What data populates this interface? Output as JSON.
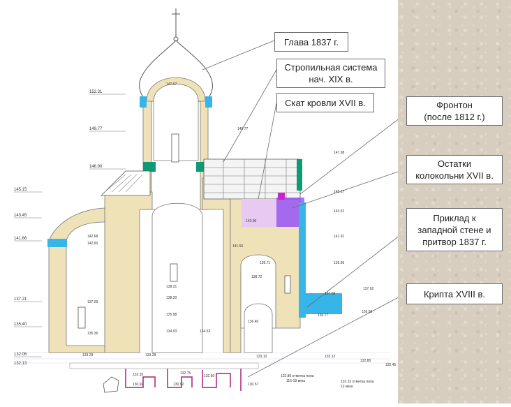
{
  "callouts": {
    "glava": "Глава 1837 г.",
    "stropil_1": "Стропильная система",
    "stropil_2": "нач. XIX в.",
    "skat": "Скат кровли XVII в.",
    "fronton_1": "Фронтон",
    "fronton_2": "(после 1812 г.)",
    "ostatki_1": "Остатки",
    "ostatki_2": "колокольни XVII в.",
    "priklad_1": "Приклад к",
    "priklad_2": "западной стене и",
    "priklad_3": "притвор 1837 г.",
    "kripta": "Крипта XVIII в."
  },
  "elevations_left": [
    "152.31",
    "149.77",
    "146.90",
    "145.15",
    "143.45",
    "141.66",
    "137.21",
    "135.40",
    "132.06",
    "132.13"
  ],
  "elevations_interior": [
    "147.67",
    "149.77",
    "147.98",
    "145.17",
    "143.52",
    "143.00",
    "141.91",
    "141.56",
    "139.66",
    "139.71",
    "138.72",
    "137.59",
    "137.92",
    "136.50",
    "136.77",
    "136.40",
    "142.68",
    "142.60",
    "137.09",
    "135.36",
    "138.21",
    "138.20",
    "135.98",
    "134.93",
    "134.52",
    "133.29",
    "133.28",
    "133.10",
    "133.12",
    "132.80",
    "132.45",
    "132.35",
    "132.75",
    "132.60",
    "130.92",
    "130.92",
    "130.57"
  ],
  "notes": {
    "floor_1": "132.80 отметка пола",
    "floor_1b": "116-18 века",
    "floor_2": "132.15 отметка пола",
    "floor_2b": "12 века"
  },
  "colors": {
    "masonry": "#efe2b8",
    "blue": "#36b6e8",
    "green": "#0e9a74",
    "purple": "#8b42ff",
    "pink": "#e8c9f2",
    "crypt": "#a8207a",
    "sidebar": "#d8cebf"
  }
}
